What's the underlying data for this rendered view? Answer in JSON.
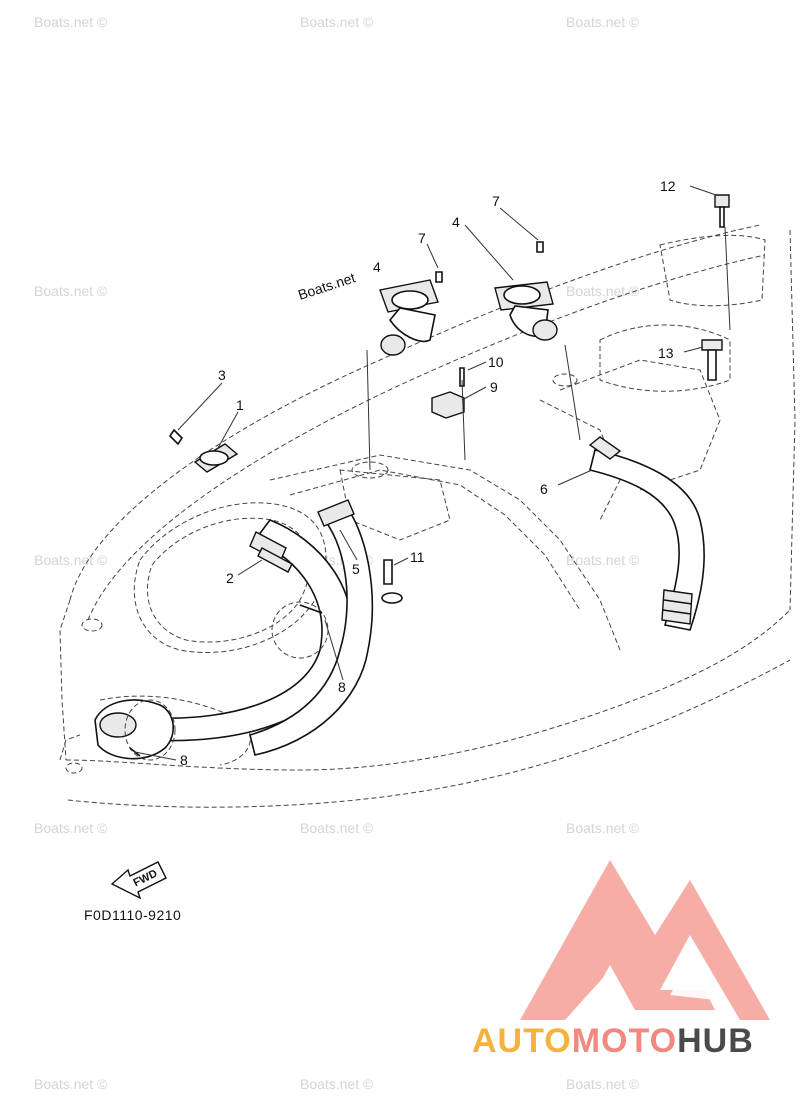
{
  "watermark": "Boats.net ©",
  "callouts": {
    "c1": "1",
    "c2": "2",
    "c3": "3",
    "c4a": "4",
    "c4b": "4",
    "c5": "5",
    "c6": "6",
    "c7a": "7",
    "c7b": "7",
    "c8a": "8",
    "c8b": "8",
    "c9": "9",
    "c10": "10",
    "c11": "11",
    "c12": "12",
    "c13": "13"
  },
  "inline_watermark": "Boats.net",
  "fwd_label": "FWD",
  "figure_code": "F0D1110-9210",
  "logo": {
    "part1": "AUTO",
    "part2": "MOTO",
    "part3": "HUB",
    "color_a": "#f6b33c",
    "color_b": "#f08a80",
    "color_c": "#4a4a4a"
  }
}
